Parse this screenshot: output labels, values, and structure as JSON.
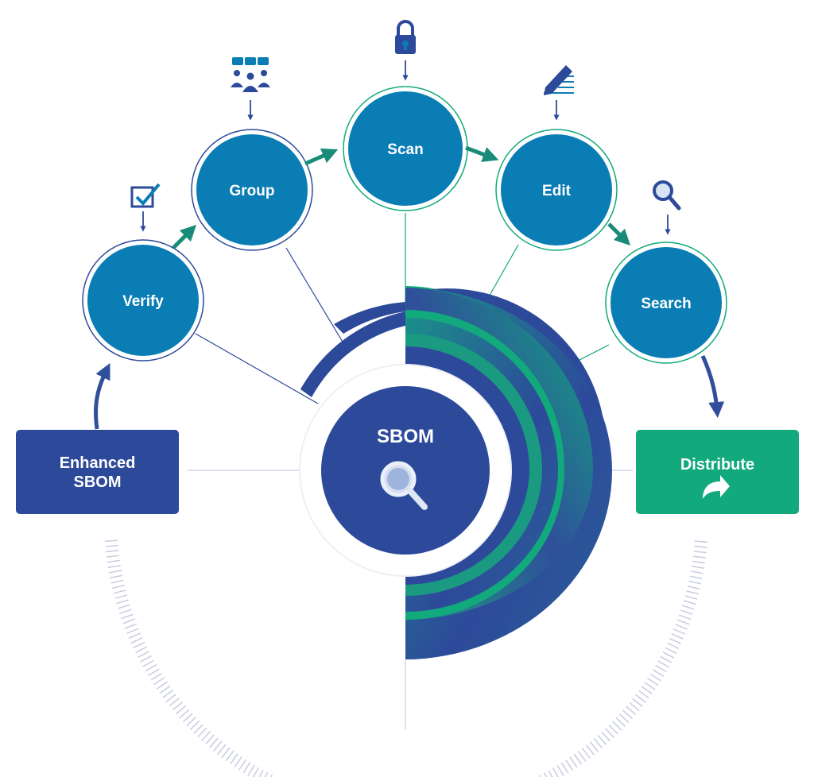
{
  "center": {
    "label": "SBOM",
    "icon": "magnifier-icon"
  },
  "steps": [
    {
      "label": "Verify",
      "icon": "checkbox-icon"
    },
    {
      "label": "Group",
      "icon": "team-chat-icon"
    },
    {
      "label": "Scan",
      "icon": "lock-icon"
    },
    {
      "label": "Edit",
      "icon": "pen-document-icon"
    },
    {
      "label": "Search",
      "icon": "search-icon"
    }
  ],
  "input_box": {
    "line1": "Enhanced",
    "line2": "SBOM"
  },
  "output_box": {
    "label": "Distribute",
    "icon": "forward-arrow-icon"
  },
  "colors": {
    "navy": "#2d4a9a",
    "teal_blue": "#0a7db5",
    "green": "#12a97c",
    "arrow_teal": "#188c78",
    "arrow_navy": "#2f4f9b"
  }
}
